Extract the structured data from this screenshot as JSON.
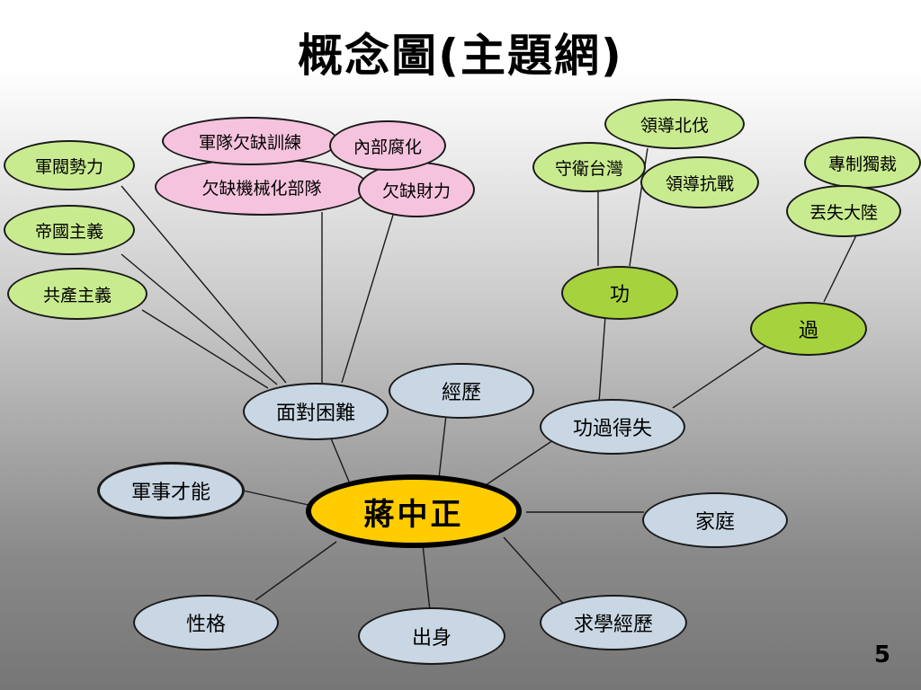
{
  "title": "概念圖(主題網)",
  "page_number": "5",
  "nodes": {
    "center": "蔣中正",
    "military_talent": "軍事才能",
    "facing_difficulties": "面對困難",
    "experience": "經歷",
    "merits_faults": "功過得失",
    "family": "家庭",
    "study_experience": "求學經歷",
    "origin": "出身",
    "personality": "性格",
    "warlords": "軍閥勢力",
    "imperialism": "帝國主義",
    "communism": "共產主義",
    "lack_training": "軍隊欠缺訓練",
    "internal_corruption": "內部腐化",
    "lack_mechanization": "欠缺機械化部隊",
    "lack_funds": "欠缺財力",
    "merit": "功",
    "fault": "過",
    "northern_expedition": "領導北伐",
    "defend_taiwan": "守衛台灣",
    "lead_war": "領導抗戰",
    "dictatorship": "專制獨裁",
    "lose_mainland": "丟失大陸"
  }
}
